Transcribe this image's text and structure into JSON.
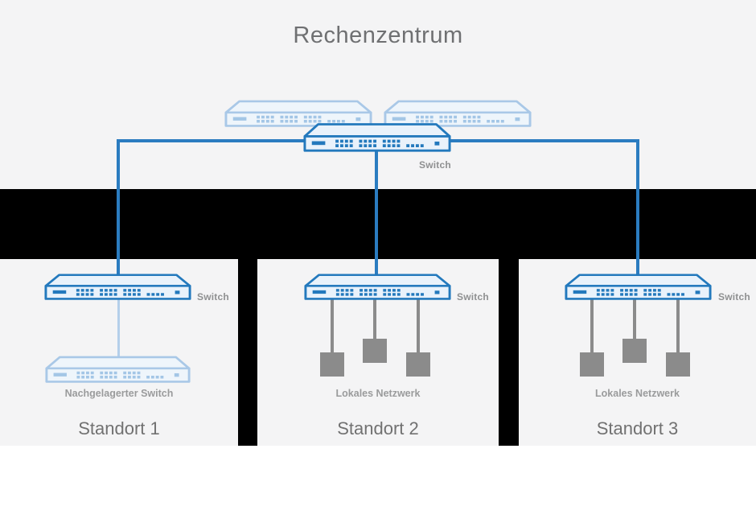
{
  "title": "Rechenzentrum",
  "datacenter": {
    "switch_label": "Switch",
    "standby_switch_count": 2
  },
  "sites": [
    {
      "name": "Standort 1",
      "switch_label": "Switch",
      "sub_label": "Nachgelagerter Switch"
    },
    {
      "name": "Standort 2",
      "switch_label": "Switch",
      "sub_label": "Lokales Netzwerk"
    },
    {
      "name": "Standort 3",
      "switch_label": "Switch",
      "sub_label": "Lokales Netzwerk"
    }
  ],
  "colors": {
    "accent_blue": "#2b7cc0",
    "faded_blue": "#a9c8e7",
    "device_fill": "#e9f2fb",
    "network_gray": "#8b8b8b",
    "label_gray": "#9a9b9c",
    "title_gray": "#6f7072",
    "panel_background": "#f4f4f5",
    "band_black": "#000000",
    "page_background": "#ffffff"
  }
}
